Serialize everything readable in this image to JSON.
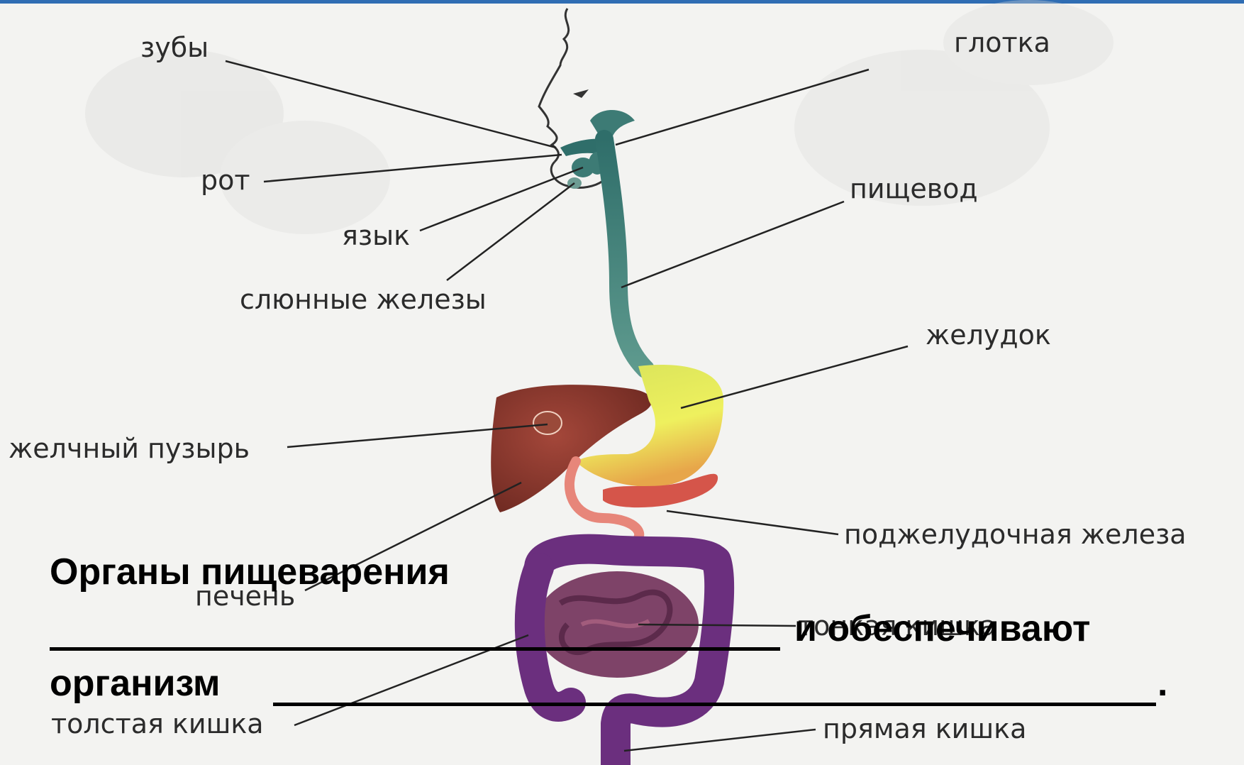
{
  "diagram": {
    "labels": {
      "teeth": "зубы",
      "pharynx": "глотка",
      "mouth": "рот",
      "esophagus": "пищевод",
      "tongue": "язык",
      "salivary_glands": "слюнные железы",
      "stomach": "желудок",
      "gallbladder": "желчный пузырь",
      "pancreas": "поджелудочная железа",
      "liver": "печень",
      "small_intestine": "тонкая кишка",
      "large_intestine": "толстая кишка",
      "rectum": "прямая кишка"
    },
    "colors": {
      "esophagus": "#3f7f7b",
      "stomach": "#e9ec5a",
      "liver": "#8e3a2c",
      "pancreas": "#d5554a",
      "intestine": "#6e3a86"
    }
  },
  "caption": {
    "line1": "Органы пищеварения",
    "line2_suffix": "и обеспечивают",
    "line3_prefix": "организм",
    "line3_end": "."
  }
}
